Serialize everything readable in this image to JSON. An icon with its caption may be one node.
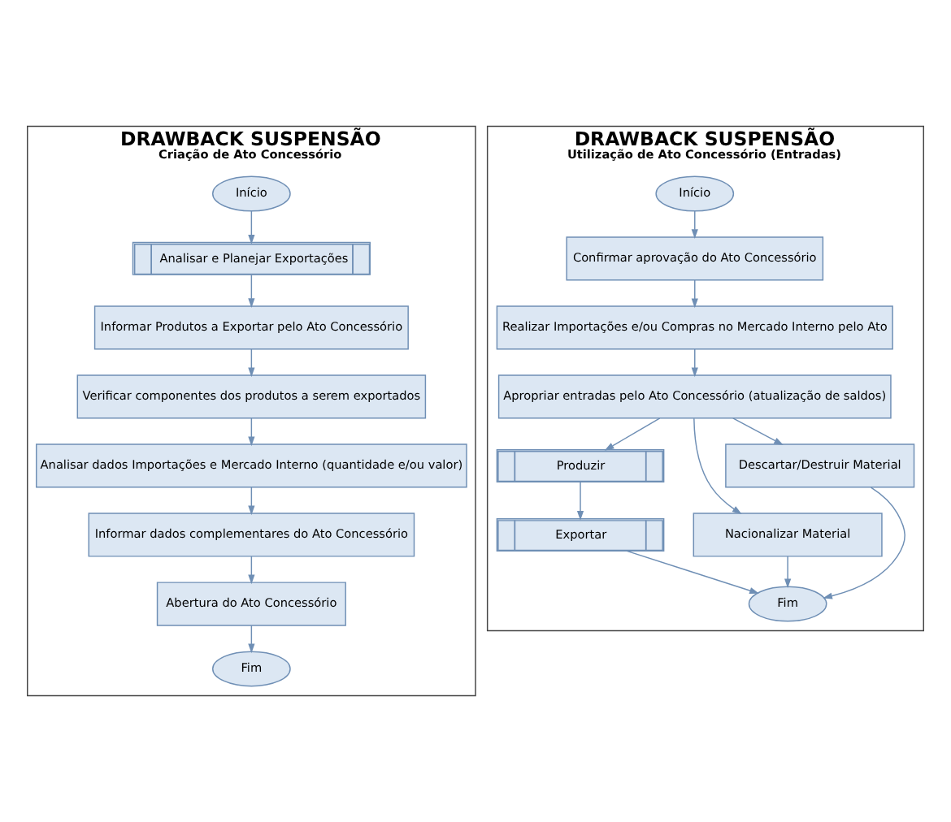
{
  "diagram": {
    "nodes": [
      {
        "text": [
          "DRAWBACK SUSPENSÃO",
          "Criação de Ato Concessório"
        ]
      },
      {
        "text": [
          "Início"
        ],
        "in": 0
      },
      {
        "text": [
          "Analisar e Planejar Exportações"
        ],
        "in": 0
      },
      {
        "text": [
          "Informar Produtos a Exportar pelo Ato Concessório"
        ],
        "in": 0
      },
      {
        "text": [
          "Verificar componentes dos produtos a serem exportados"
        ],
        "in": 0
      },
      {
        "text": [
          "Analisar dados Importações e Mercado Interno (quantidade e/ou valor)"
        ],
        "in": 0
      },
      {
        "text": [
          "Informar dados complementares do Ato Concessório"
        ],
        "in": 0
      },
      {
        "text": [
          "Abertura do Ato Concessório"
        ],
        "in": 0
      },
      {
        "text": [
          "Fim"
        ],
        "in": 0
      },
      {
        "text": [
          "DRAWBACK SUSPENSÃO",
          "Utilização de Ato Concessório (Entradas)"
        ]
      },
      {
        "text": [
          "Início"
        ],
        "in": 9
      },
      {
        "text": [
          "Confirmar aprovação do Ato Concessório"
        ],
        "in": 9
      },
      {
        "text": [
          "Realizar Importações e/ou Compras no Mercado Interno pelo Ato"
        ],
        "in": 9
      },
      {
        "text": [
          "Apropriar entradas pelo Ato Concessório (atualização de saldos)"
        ],
        "in": 9
      },
      {
        "text": [
          "Produzir"
        ],
        "in": 9
      },
      {
        "text": [
          "Nacionalizar Material"
        ],
        "in": 9
      },
      {
        "text": [
          "Descartar/Destruir Material"
        ],
        "in": 9
      },
      {
        "text": [
          "Exportar"
        ],
        "in": 9
      },
      {
        "text": [
          "Fim"
        ],
        "in": 9
      }
    ],
    "edges": [
      {
        "from": 1,
        "to": 2,
        "arrow": "to"
      },
      {
        "from": 2,
        "to": 3,
        "arrow": "to"
      },
      {
        "from": 3,
        "to": 4,
        "arrow": "to"
      },
      {
        "from": 4,
        "to": 5,
        "arrow": "to"
      },
      {
        "from": 5,
        "to": 6,
        "arrow": "to"
      },
      {
        "from": 6,
        "to": 7,
        "arrow": "to"
      },
      {
        "from": 7,
        "to": 8,
        "arrow": "to"
      },
      {
        "from": 10,
        "to": 11,
        "arrow": "to"
      },
      {
        "from": 11,
        "to": 12,
        "arrow": "to"
      },
      {
        "from": 12,
        "to": 13,
        "arrow": "to"
      },
      {
        "from": 13,
        "to": 14,
        "arrow": "to"
      },
      {
        "from": 13,
        "to": 15,
        "arrow": "to"
      },
      {
        "from": 13,
        "to": 16,
        "arrow": "to"
      },
      {
        "from": 14,
        "to": 17,
        "arrow": "to"
      },
      {
        "from": 17,
        "to": 18,
        "arrow": "to"
      },
      {
        "from": 15,
        "to": 18,
        "arrow": "to"
      },
      {
        "from": 16,
        "to": 18,
        "arrow": "to"
      }
    ]
  }
}
